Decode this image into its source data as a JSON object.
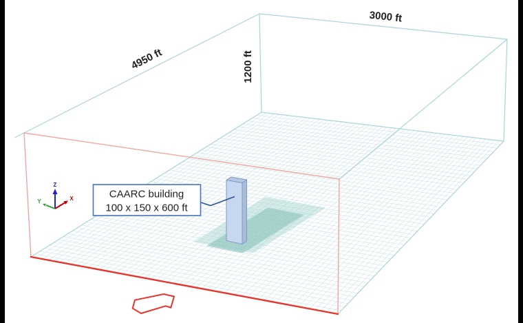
{
  "figure": {
    "dimension_labels": {
      "width_edge": "3000 ft",
      "length_edge": "4950 ft",
      "height_edge": "1200 ft"
    },
    "callout": {
      "line1": "CAARC building",
      "line2": "100 x 150 x 600 ft"
    },
    "axis_triad": {
      "x": "X",
      "y": "Y",
      "z": "Z"
    },
    "colors": {
      "domain_edge_teal": "#a9d5d9",
      "mesh_grid": "#c9e2e4",
      "inlet_edge_pink": "#f2a5a0",
      "inlet_bottom_red": "#e8342a",
      "refinement_outer_fill": "rgba(170,214,209,0.30)",
      "refinement_inner_fill": "rgba(148,199,193,0.45)",
      "refinement_outer_grid": "#aed7d3",
      "refinement_inner_grid": "#8fc4bf",
      "building_front": "#c7d7ef",
      "building_side": "#a9bcd9",
      "building_top": "#b6c8e4",
      "building_outline": "#7d9cc0",
      "callout_border": "#4472c4",
      "leader_line": "#2f5597",
      "axis_x": "#c00000",
      "axis_y": "#2ca02c",
      "axis_z": "#2020d8",
      "wind_arrow": "#e8342a",
      "text": "#1f1f1f",
      "frame_bar": "#000000"
    }
  }
}
